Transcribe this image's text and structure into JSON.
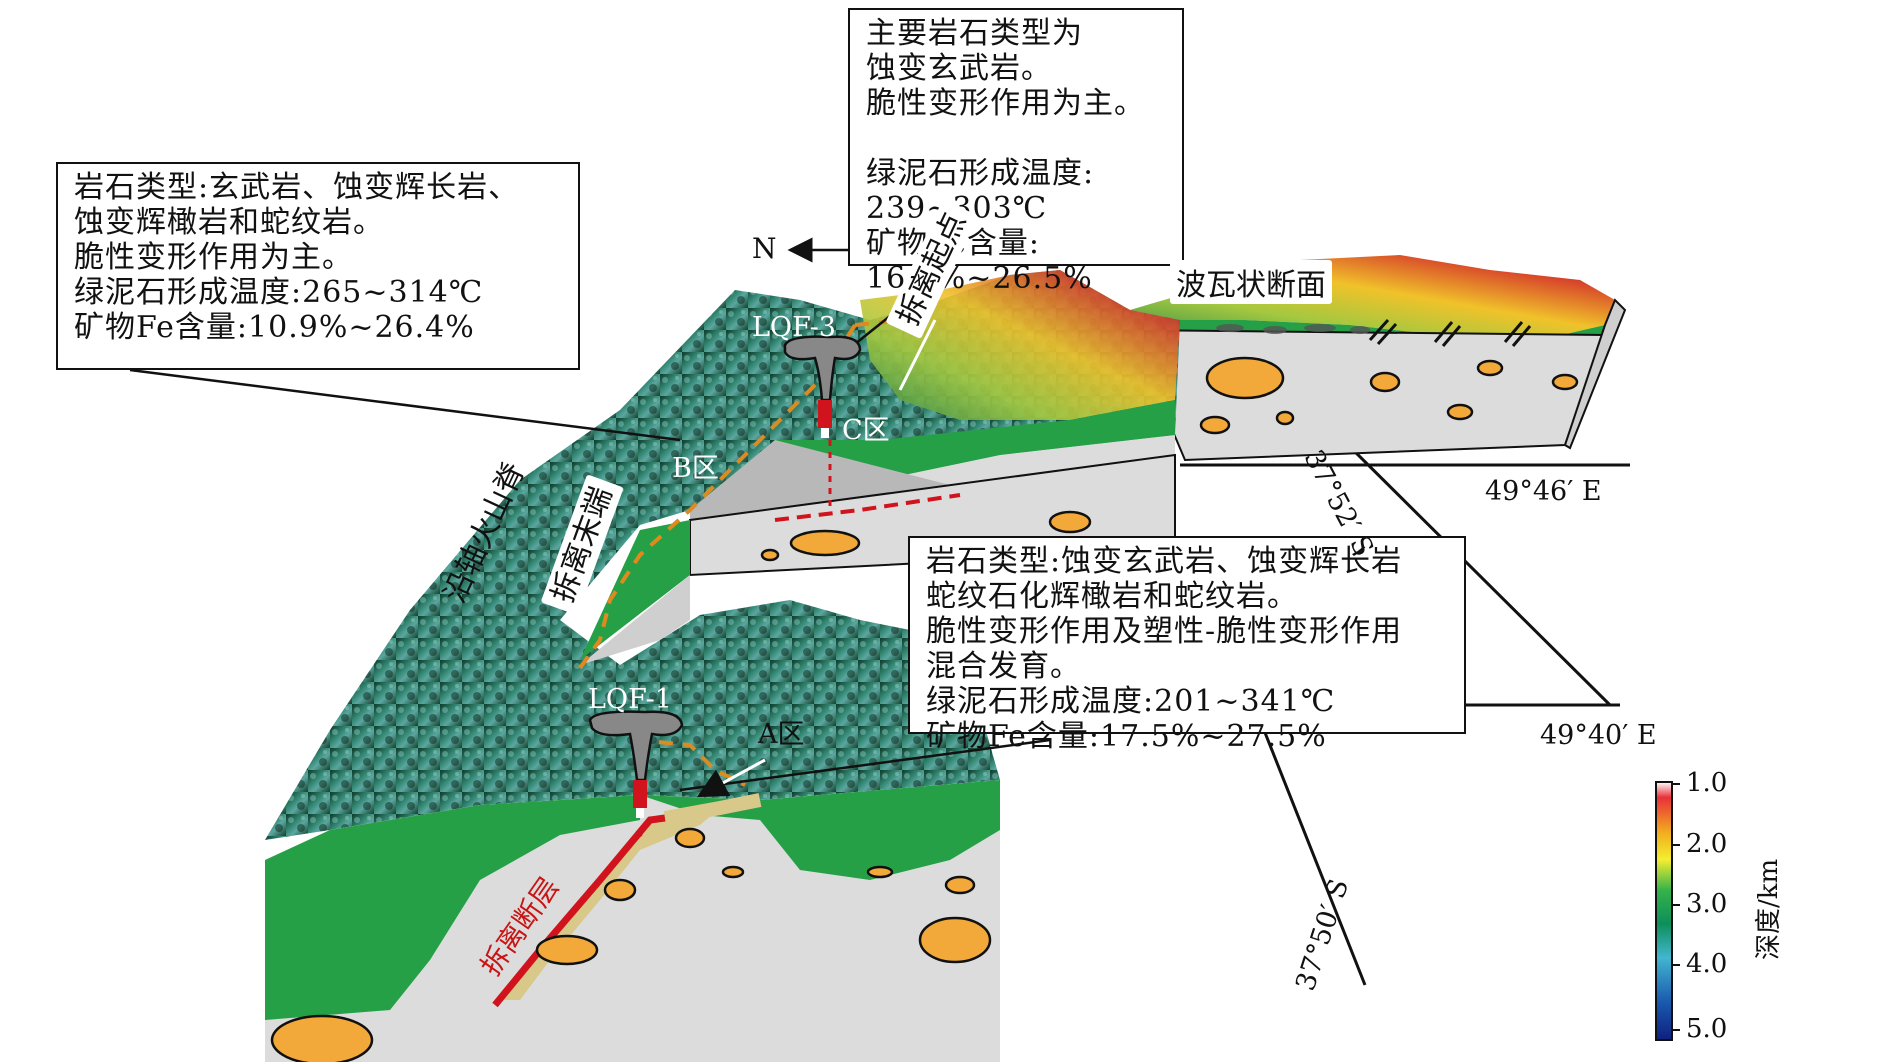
{
  "callouts": {
    "top": {
      "lines": [
        "主要岩石类型为",
        "蚀变玄武岩。",
        "脆性变形作用为主。"
      ],
      "lines2": [
        "绿泥石形成温度:",
        "239~303℃",
        "矿物Fe含量:",
        "16.8%~26.5%"
      ]
    },
    "left": {
      "lines": [
        "岩石类型:玄武岩、蚀变辉长岩、",
        "蚀变辉橄岩和蛇纹岩。",
        "脆性变形作用为主。",
        "绿泥石形成温度:265~314℃",
        "矿物Fe含量:10.9%~26.4%"
      ]
    },
    "right": {
      "lines": [
        "岩石类型:蚀变玄武岩、蚀变辉长岩",
        "蛇纹石化辉橄岩和蛇纹岩。",
        "脆性变形作用及塑性-脆性变形作用",
        "混合发育。",
        "绿泥石形成温度:201~341℃",
        "矿物Fe含量:17.5%~27.5%"
      ]
    }
  },
  "sites": {
    "lqf3": "LQF-3",
    "lqf1": "LQF-1"
  },
  "zones": {
    "a": "A区",
    "b": "B区",
    "c": "C区"
  },
  "features": {
    "north": "N",
    "wavy_surface": "波瓦状断面",
    "detachment_start": "拆离起点",
    "detachment_end": "拆离末端",
    "ridge": "沿轴火山脊",
    "detachment_fault": "拆离断层"
  },
  "coordinates": {
    "lon_4946": "49°46′ E",
    "lon_4940": "49°40′ E",
    "lat_3752": "37°52′ S",
    "lat_3750": "37°50′ S"
  },
  "colorbar": {
    "title": "深度/km",
    "ticks": [
      "1.0",
      "2.0",
      "3.0",
      "4.0",
      "5.0"
    ],
    "stops": [
      "#ffffff",
      "#e8303a",
      "#f2b01e",
      "#f5ee30",
      "#35b24a",
      "#0d8f5a",
      "#42b6cf",
      "#1b5bb0",
      "#0e1f7e"
    ]
  },
  "colors": {
    "green": "#1f9b4a",
    "grey_body": "#dcdcdc",
    "orange_blob": "#f2a93a",
    "fault_red": "#d0131c",
    "fault_zone": "#d8c98a",
    "boundary_dash": "#e08a1e"
  }
}
